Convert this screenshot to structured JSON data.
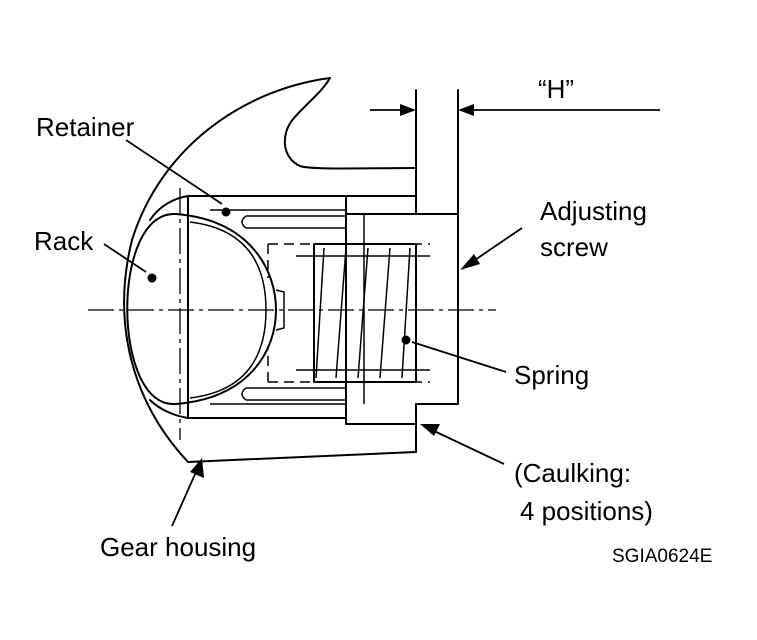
{
  "labels": {
    "h_dimension": "“H”",
    "retainer": "Retainer",
    "rack": "Rack",
    "adjusting_screw_line1": "Adjusting",
    "adjusting_screw_line2": "screw",
    "spring": "Spring",
    "caulking_line1": "(Caulking:",
    "caulking_line2": "4 positions)",
    "gear_housing": "Gear housing"
  },
  "figure_code": "SGIA0624E",
  "colors": {
    "ink": "#000000",
    "background": "#ffffff"
  }
}
